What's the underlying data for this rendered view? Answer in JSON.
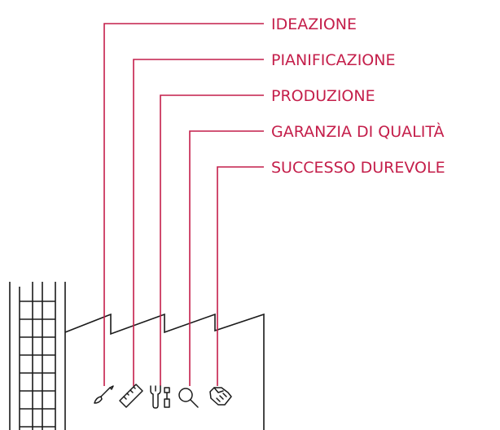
{
  "colors": {
    "accent": "#c41e4a",
    "ink": "#1a1a1a",
    "background": "#ffffff"
  },
  "stages": [
    {
      "label": "IDEAZIONE",
      "icon": "brush-icon"
    },
    {
      "label": "PIANIFICAZIONE",
      "icon": "ruler-icon"
    },
    {
      "label": "PRODUZIONE",
      "icon": "tools-icon"
    },
    {
      "label": "GARANZIA DI QUALITÀ",
      "icon": "magnifier-icon"
    },
    {
      "label": "SUCCESSO DUREVOLE",
      "icon": "handshake-icon"
    }
  ]
}
